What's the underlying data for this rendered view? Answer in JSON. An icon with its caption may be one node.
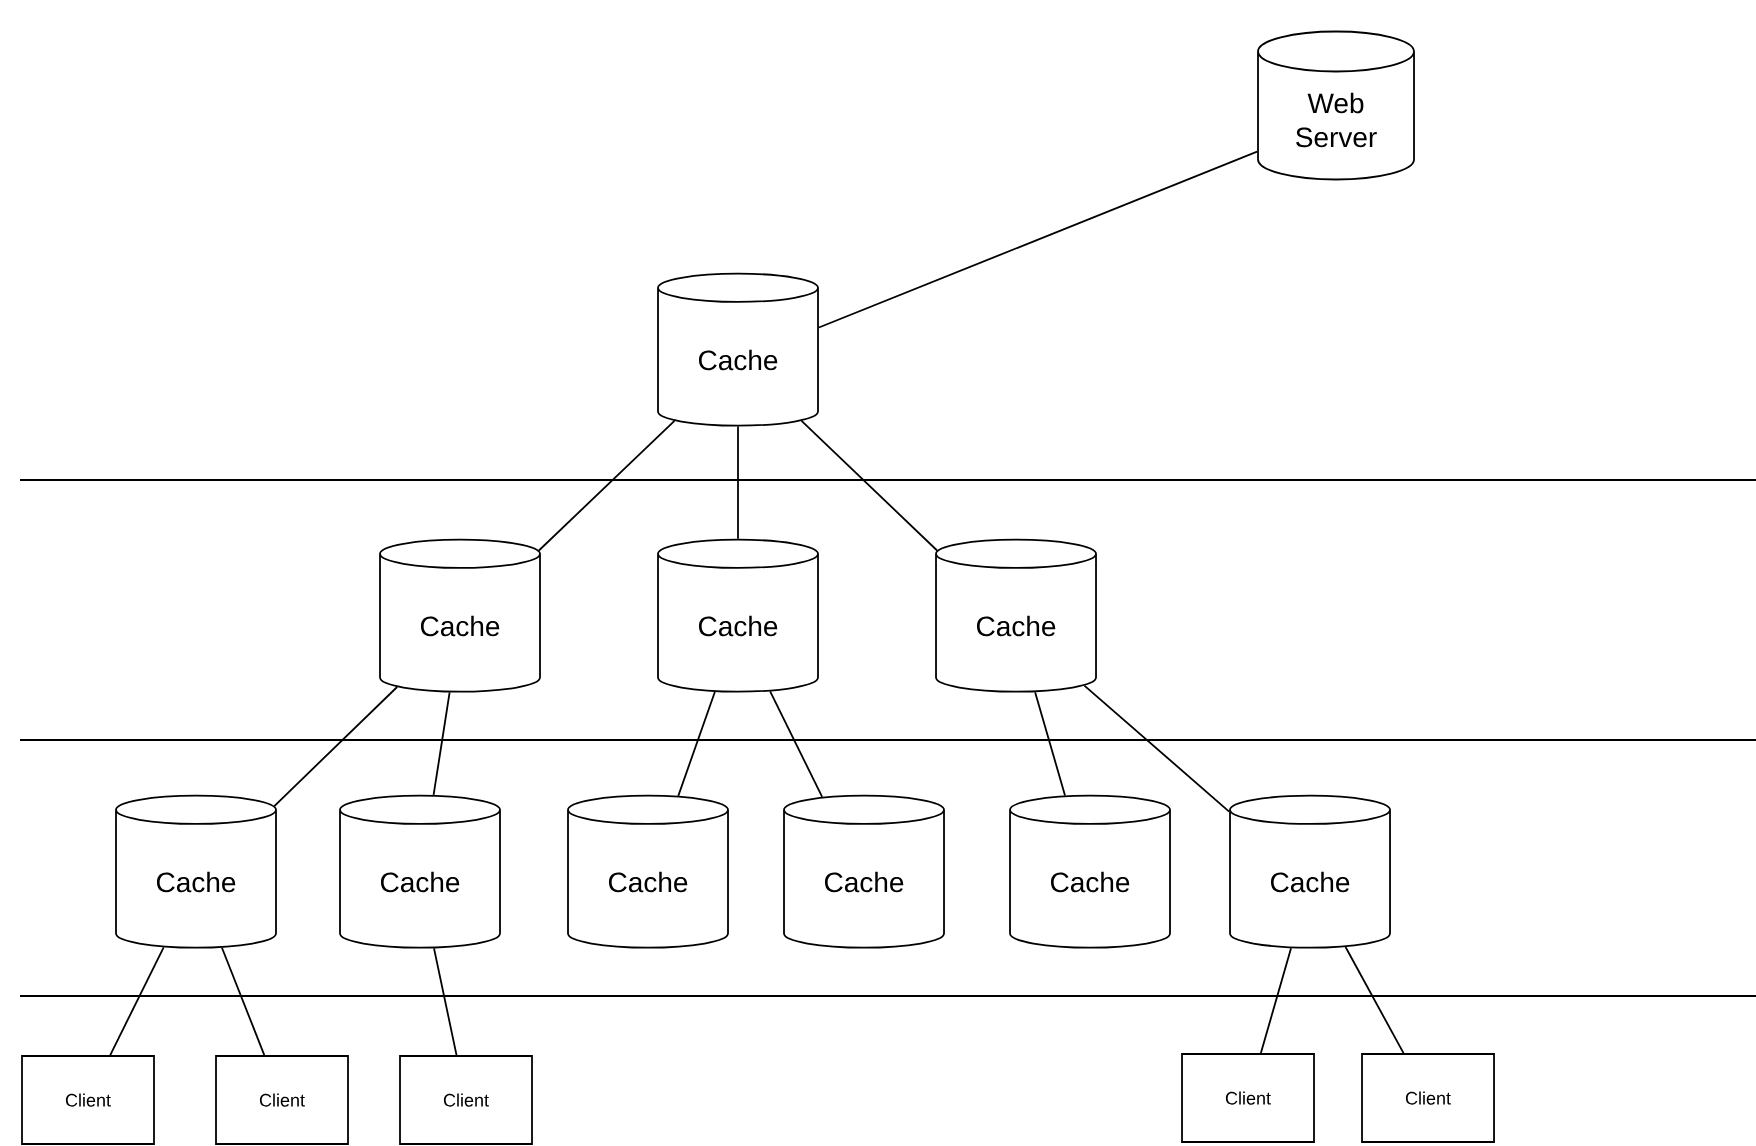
{
  "diagram": {
    "nodes": [
      {
        "text": [
          "Web Server"
        ]
      },
      {
        "text": [
          "Cache"
        ]
      },
      {
        "text": [
          "Cache"
        ]
      },
      {
        "text": [
          "Cache"
        ]
      },
      {
        "text": [
          "Cache"
        ]
      },
      {
        "text": [
          "Cache"
        ]
      },
      {
        "text": [
          "Cache"
        ]
      },
      {
        "text": [
          "Cache"
        ]
      },
      {
        "text": [
          "Cache"
        ]
      },
      {
        "text": [
          "Cache"
        ]
      },
      {
        "text": [
          "Cache"
        ]
      },
      {
        "text": [
          "Client"
        ]
      },
      {
        "text": [
          "Client"
        ]
      },
      {
        "text": [
          "Client"
        ]
      },
      {
        "text": [
          "Client"
        ]
      },
      {
        "text": [
          "Client"
        ]
      }
    ],
    "edges": [
      {
        "from": 1,
        "to": 0,
        "arrow": "none"
      },
      {
        "from": 1,
        "to": 2,
        "arrow": "none"
      },
      {
        "from": 1,
        "to": 3,
        "arrow": "none"
      },
      {
        "from": 1,
        "to": 4,
        "arrow": "none"
      },
      {
        "from": 2,
        "to": 5,
        "arrow": "none"
      },
      {
        "from": 2,
        "to": 6,
        "arrow": "none"
      },
      {
        "from": 3,
        "to": 7,
        "arrow": "none"
      },
      {
        "from": 3,
        "to": 8,
        "arrow": "none"
      },
      {
        "from": 4,
        "to": 9,
        "arrow": "none"
      },
      {
        "from": 4,
        "to": 10,
        "arrow": "none"
      },
      {
        "from": 5,
        "to": 11,
        "arrow": "none"
      },
      {
        "from": 5,
        "to": 12,
        "arrow": "none"
      },
      {
        "from": 6,
        "to": 13,
        "arrow": "none"
      },
      {
        "from": 10,
        "to": 14,
        "arrow": "none"
      },
      {
        "from": 10,
        "to": 15,
        "arrow": "none"
      }
    ]
  }
}
